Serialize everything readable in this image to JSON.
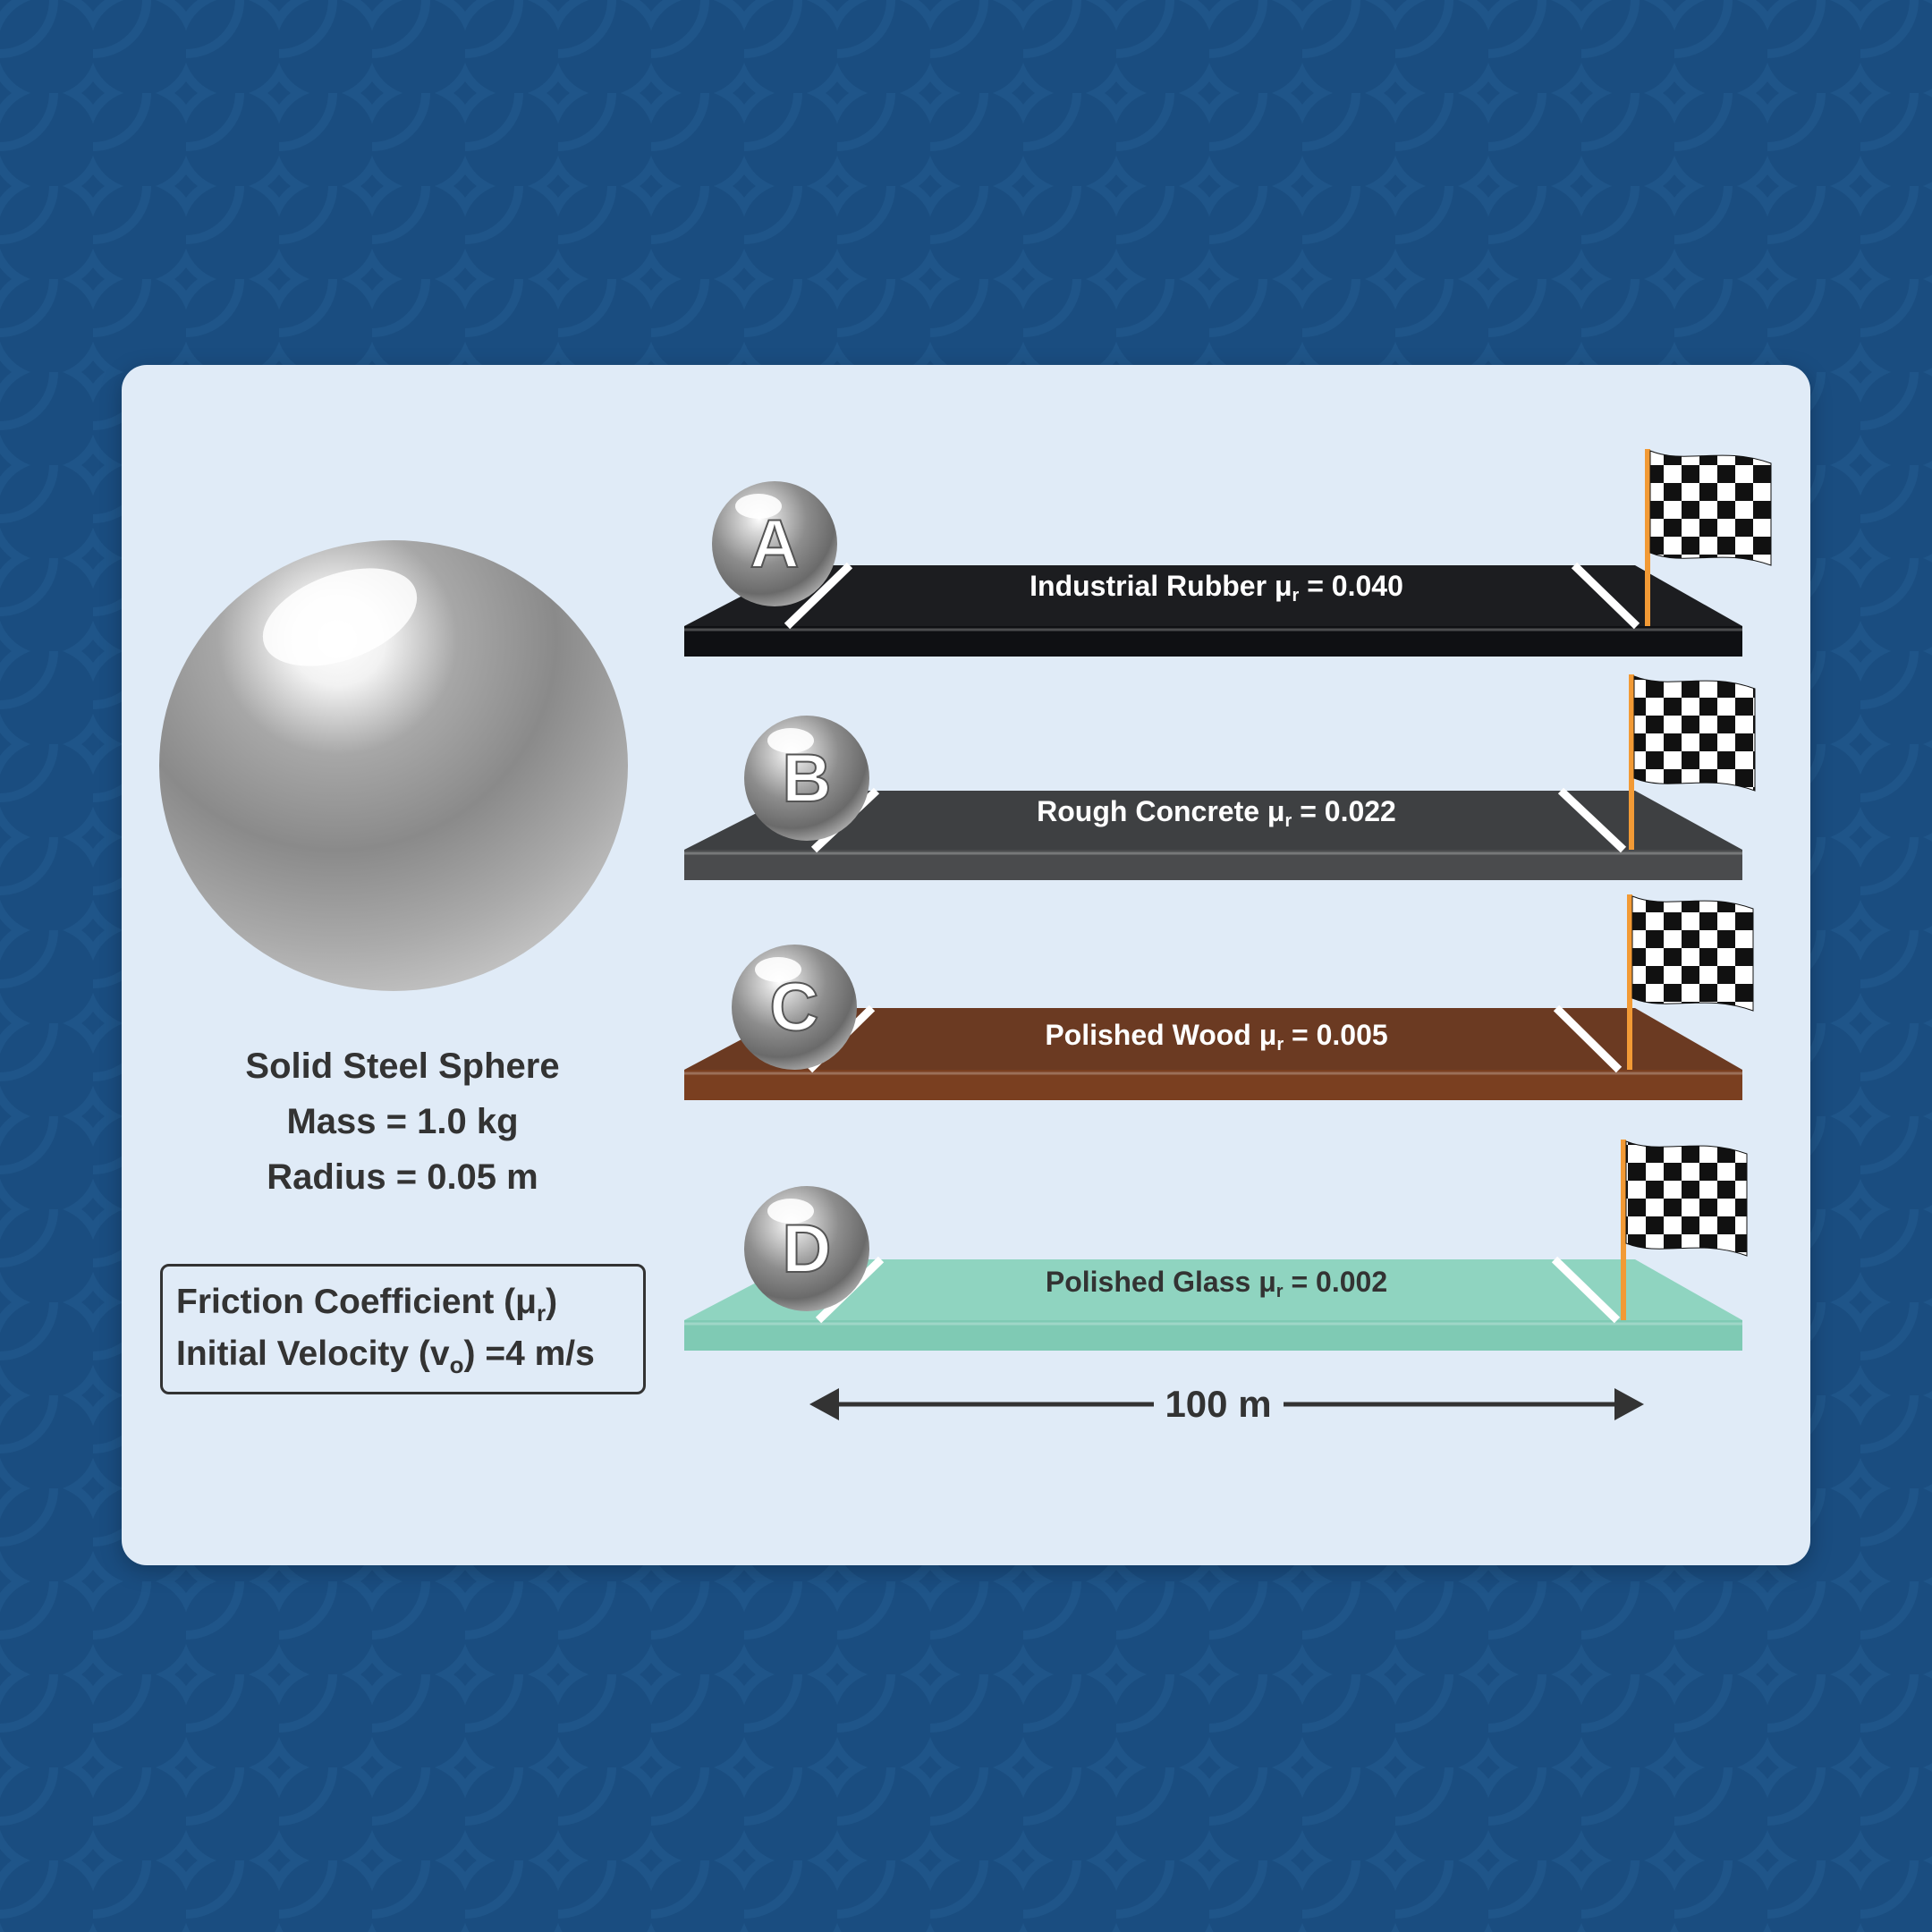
{
  "sphere": {
    "name": "Solid Steel Sphere",
    "mass": "Mass = 1.0 kg",
    "radius": "Radius = 0.05 m"
  },
  "legend": {
    "friction_prefix": "Friction Coefficient (μ",
    "friction_sub": "r",
    "friction_suffix": ")",
    "velocity_prefix": "Initial Velocity (v",
    "velocity_sub": "o",
    "velocity_suffix": ") =4 m/s"
  },
  "tracks": [
    {
      "letter": "A",
      "surface": "Industrial Rubber",
      "coef_label": "μ",
      "coef_sub": "r",
      "coef_value": "= 0.040",
      "top_color": "#1c1d20",
      "side_color": "#0f1013",
      "text_color": "#ffffff"
    },
    {
      "letter": "B",
      "surface": "Rough Concrete",
      "coef_label": "μ",
      "coef_sub": "r",
      "coef_value": "= 0.022",
      "top_color": "#3e4042",
      "side_color": "#4a4b4d",
      "text_color": "#ffffff"
    },
    {
      "letter": "C",
      "surface": "Polished Wood",
      "coef_label": "μ",
      "coef_sub": "r",
      "coef_value": "= 0.005",
      "top_color": "#6b3a22",
      "side_color": "#7a3f20",
      "text_color": "#ffffff"
    },
    {
      "letter": "D",
      "surface": "Polished Glass",
      "coef_label": "μ",
      "coef_sub": "r",
      "coef_value": "= 0.002",
      "top_color": "#8fd4c0",
      "side_color": "#7fcab4",
      "text_color": "#333333"
    }
  ],
  "distance_label": "100 m",
  "colors": {
    "background": "#1a4d80",
    "card": "#e0ebf7",
    "flag_pole": "#f29a35",
    "text": "#333333"
  }
}
